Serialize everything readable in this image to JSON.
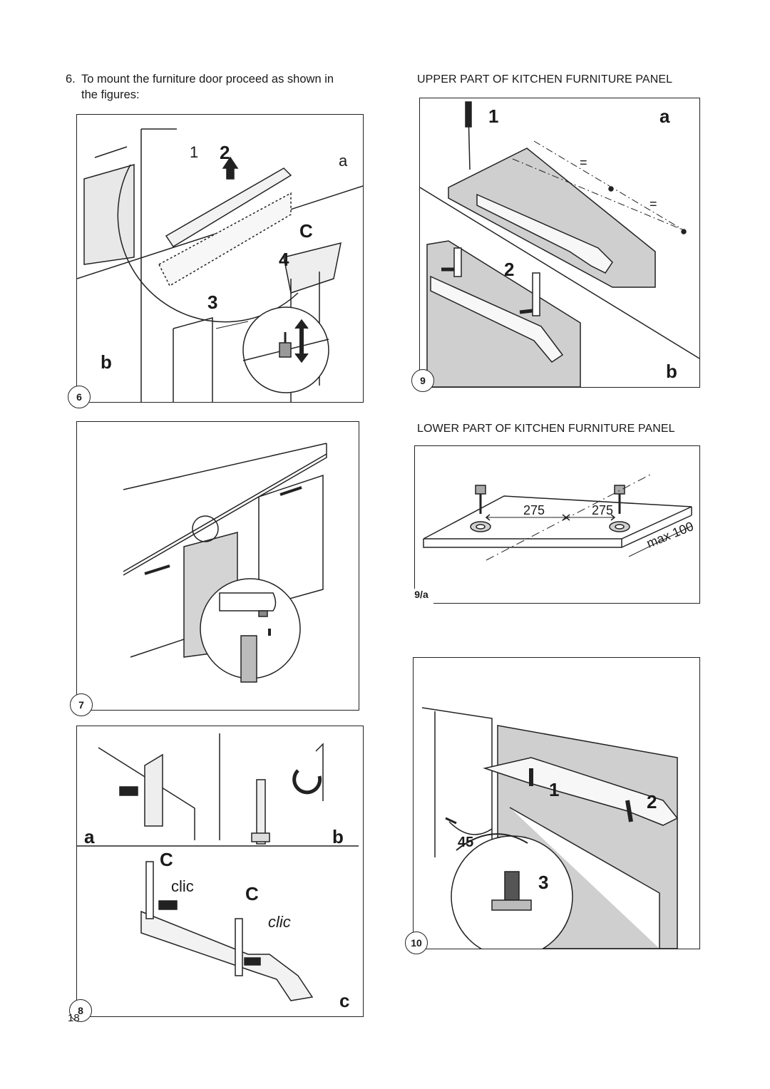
{
  "instruction": {
    "number": "6.",
    "text_line1": "To mount the furniture door proceed as shown in",
    "text_line2": "the figures:"
  },
  "captions": {
    "upper": "UPPER PART OF KITCHEN FURNITURE PANEL",
    "lower": "LOWER PART OF KITCHEN FURNITURE PANEL"
  },
  "figures": {
    "fig6": {
      "badge": "6",
      "labels": {
        "step1": "1",
        "step2": "2",
        "step3": "3",
        "step4": "4",
        "a": "a",
        "b": "b",
        "C": "C"
      }
    },
    "fig7": {
      "badge": "7"
    },
    "fig8": {
      "badge": "8",
      "labels": {
        "a": "a",
        "b": "b",
        "c": "c",
        "C1": "C",
        "C2": "C",
        "clic1": "clic",
        "clic2": "clic"
      }
    },
    "fig9": {
      "badge": "9",
      "labels": {
        "step1": "1",
        "step2": "2",
        "a": "a",
        "b": "b",
        "eq1": "=",
        "eq2": "="
      }
    },
    "fig9a": {
      "badge": "9/a",
      "labels": {
        "dim1": "275",
        "dim2": "275",
        "max": "max 100"
      }
    },
    "fig10": {
      "badge": "10",
      "labels": {
        "angle": "45",
        "step1": "1",
        "step2": "2",
        "step3": "3"
      }
    }
  },
  "page_number": "18"
}
